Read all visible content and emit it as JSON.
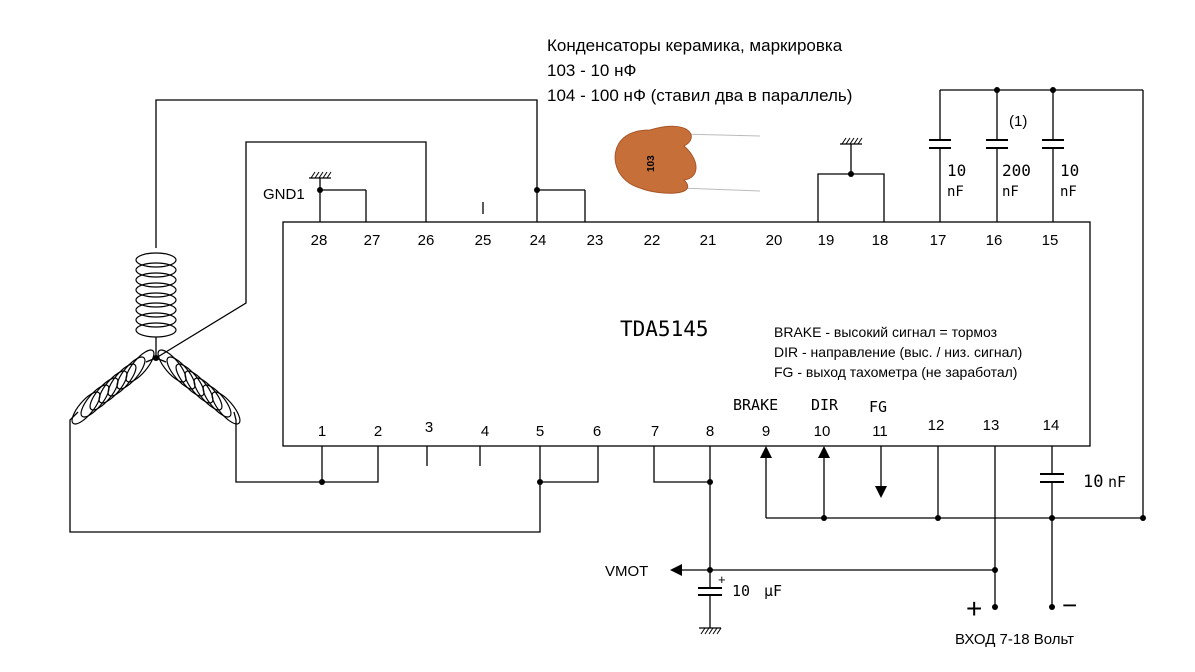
{
  "notes": {
    "capacitor_title": "Конденсаторы керамика, маркировка",
    "capacitor_line1": "103 - 10 нФ",
    "capacitor_line2": "104 - 100 нФ (ставил два в параллель)",
    "brake_note": "BRAKE - высокий сигнал = тормоз",
    "dir_note": "DIR - направление (выс. / низ. сигнал)",
    "fg_note": "FG - выход тахометра (не заработал)"
  },
  "chip": {
    "name": "TDA5145",
    "top_pins": [
      "28",
      "27",
      "26",
      "25",
      "24",
      "23",
      "22",
      "21",
      "20",
      "19",
      "18",
      "17",
      "16",
      "15"
    ],
    "bottom_pins": [
      "1",
      "2",
      "3",
      "4",
      "5",
      "6",
      "7",
      "8",
      "9",
      "10",
      "11",
      "12",
      "13",
      "14"
    ],
    "signal_labels": {
      "brake": "BRAKE",
      "dir": "DIR",
      "fg": "FG"
    }
  },
  "labels": {
    "gnd": "GND1",
    "vmot": "VMOT",
    "input": "ВХОД 7-18 Вольт",
    "plus": "+",
    "minus": "−",
    "cap_plus": "+",
    "cap_mark": "103",
    "note_1": "(1)"
  },
  "caps": {
    "c17_value": "10",
    "c17_unit": "nF",
    "c16_value": "200",
    "c16_unit": "nF",
    "c15_value": "10",
    "c15_unit": "nF",
    "c14_value": "10",
    "c14_unit": "nF",
    "c8_value": "10",
    "c8_unit": "µF"
  }
}
